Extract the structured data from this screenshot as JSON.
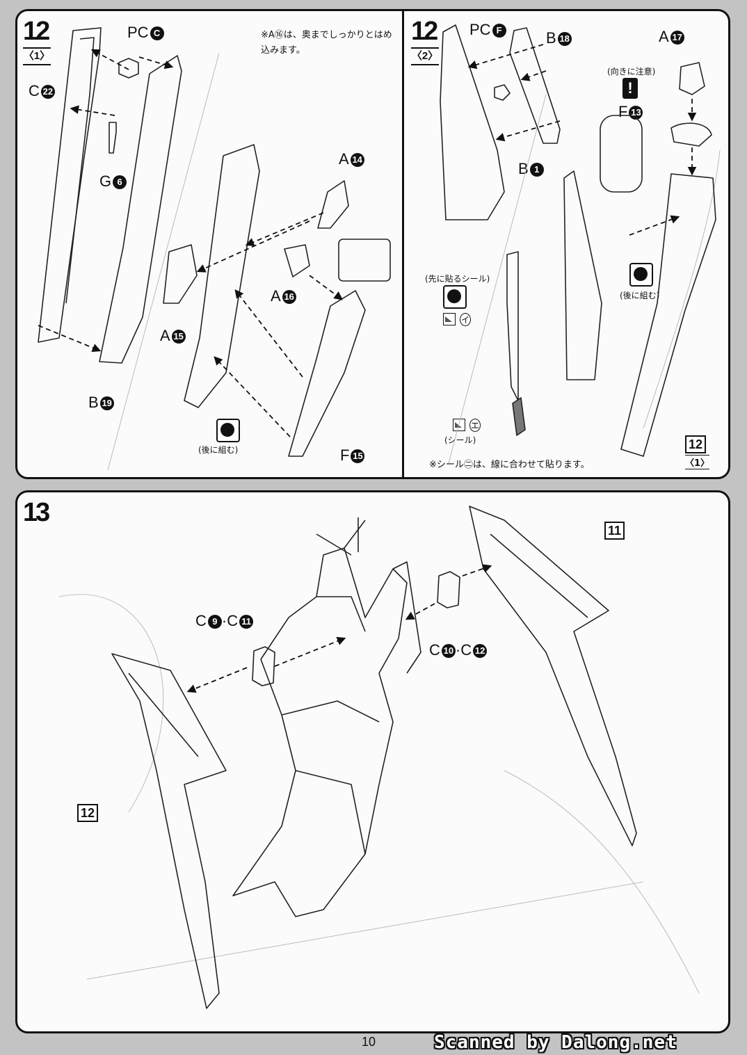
{
  "step12": {
    "number": "12",
    "sub1": "1",
    "sub2": "2",
    "note_top": "※A⑯は、奥までしっかりとはめ込みます。",
    "note_seal": "※シール㊁は、線に合わせて貼ります。",
    "labels": {
      "pc_c": "PC",
      "pc_c_circ": "C",
      "c22": "C",
      "c22_circ": "22",
      "g6": "G",
      "g6_circ": "6",
      "b19": "B",
      "b19_circ": "19",
      "a14": "A",
      "a14_circ": "14",
      "a15": "A",
      "a15_circ": "15",
      "a16": "A",
      "a16_circ": "16",
      "f15": "F",
      "f15_circ": "15",
      "pc_f": "PC",
      "pc_f_circ": "F",
      "b18": "B",
      "b18_circ": "18",
      "b1": "B",
      "b1_circ": "1",
      "a17": "A",
      "a17_circ": "17",
      "f13": "F",
      "f13_circ": "13"
    },
    "captions": {
      "assemble_later_1": "(後に組む)",
      "assemble_later_2": "(後に組む)",
      "direction_warning": "(向きに注意)",
      "apply_seal_first": "(先に貼るシール)",
      "seal": "(シール)",
      "seal_i": "イ",
      "seal_e": "エ"
    },
    "ref_box": "12",
    "ref_sub": "1"
  },
  "step13": {
    "number": "13",
    "labels": {
      "c9_c11": "C",
      "c9": "9",
      "dot1": "·C",
      "c11": "11",
      "c10_c12": "C",
      "c10": "10",
      "dot2": "·C",
      "c12": "12"
    },
    "ref_11": "11",
    "ref_12": "12"
  },
  "footer": {
    "page_number": "10",
    "watermark": "Scanned by Dalong.net"
  }
}
